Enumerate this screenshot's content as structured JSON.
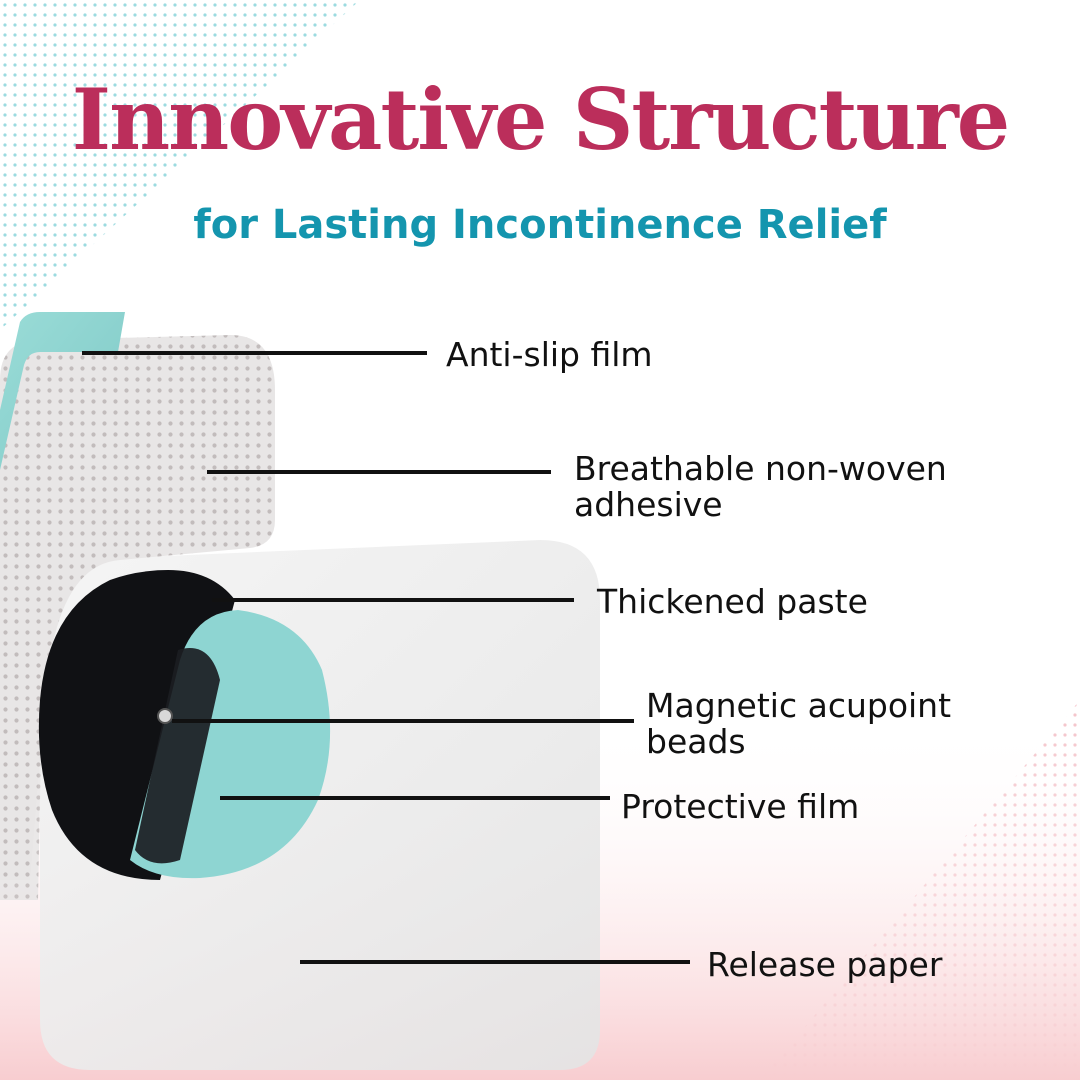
{
  "header": {
    "title": "Innovative Structure",
    "subtitle": "for Lasting Incontinence Relief"
  },
  "colors": {
    "title": "#bb2e5b",
    "subtitle": "#1495ae",
    "mint": "#8fd6d2",
    "line": "#111111"
  },
  "callouts": [
    {
      "label": "Anti-slip film",
      "label_lines": [
        "Anti-slip film"
      ]
    },
    {
      "label": "Breathable non-woven adhesive",
      "label_lines": [
        "Breathable non-woven",
        "adhesive"
      ]
    },
    {
      "label": "Thickened paste",
      "label_lines": [
        "Thickened paste"
      ]
    },
    {
      "label": "Magnetic acupoint beads",
      "label_lines": [
        "Magnetic acupoint",
        "beads"
      ]
    },
    {
      "label": "Protective film",
      "label_lines": [
        "Protective film"
      ]
    },
    {
      "label": "Release paper",
      "label_lines": [
        "Release paper"
      ]
    }
  ]
}
